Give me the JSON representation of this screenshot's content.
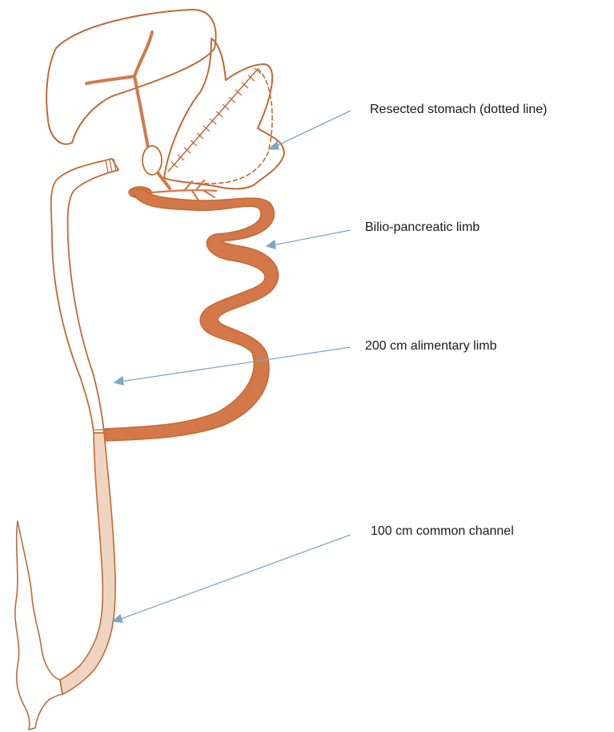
{
  "colors": {
    "outline": "#C26A34",
    "limb_fill": "#D4784A",
    "common_channel_fill": "#F0D4C2",
    "arrow": "#7EA6C6",
    "text": "#1A1A1A",
    "background": "#FFFFFF"
  },
  "labels": {
    "resected_stomach": "Resected stomach (dotted line)",
    "biliopancreatic_limb": "Bilio-pancreatic limb",
    "alimentary_limb": "200 cm alimentary limb",
    "common_channel": "100 cm common channel"
  }
}
